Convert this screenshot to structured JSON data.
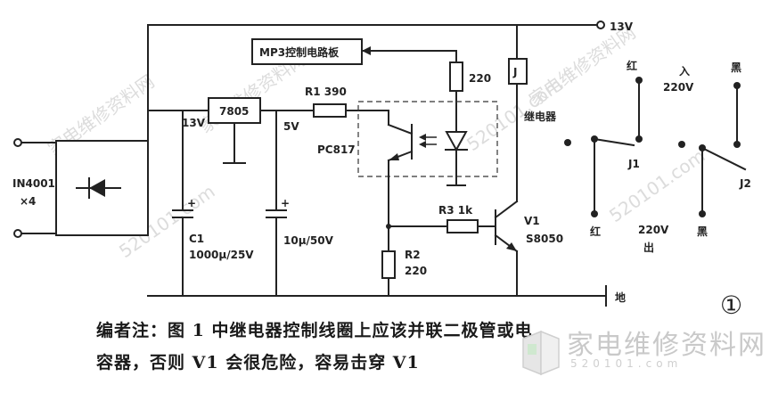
{
  "labels": {
    "v13_top": "13V",
    "v13": "13V",
    "reg": "7805",
    "v5": "5V",
    "r1": "R1 390",
    "mp3": "MP3控制电路板",
    "r220_top": "220",
    "pc817": "PC817",
    "relay_box": "J",
    "relay_name": "继电器",
    "diode_bridge": "IN4001",
    "diode_count": "×4",
    "c1": "C1",
    "c1_value": "1000μ/25V",
    "c2_value": "10μ/50V",
    "r3": "R3 1k",
    "v1": "V1",
    "transistor": "S8050",
    "r2": "R2",
    "r2_value": "220",
    "ground": "地",
    "red_top": "红",
    "in_label": "入",
    "v220_in": "220V",
    "black_top": "黑",
    "j1": "J1",
    "j2": "J2",
    "red_bottom": "红",
    "v220_out": "220V",
    "out_label": "出",
    "black_bottom": "黑",
    "figure_number": "①"
  },
  "note": {
    "line1": "编者注：图 1 中继电器控制线圈上应该并联二极管或电",
    "line2": "容器，否则 V1 会很危险，容易击穿 V1"
  },
  "watermark": {
    "text": "家电维修资料网",
    "url": "520101.com"
  },
  "logo": {
    "text": "家电维修资料网",
    "url": "520101.com"
  }
}
